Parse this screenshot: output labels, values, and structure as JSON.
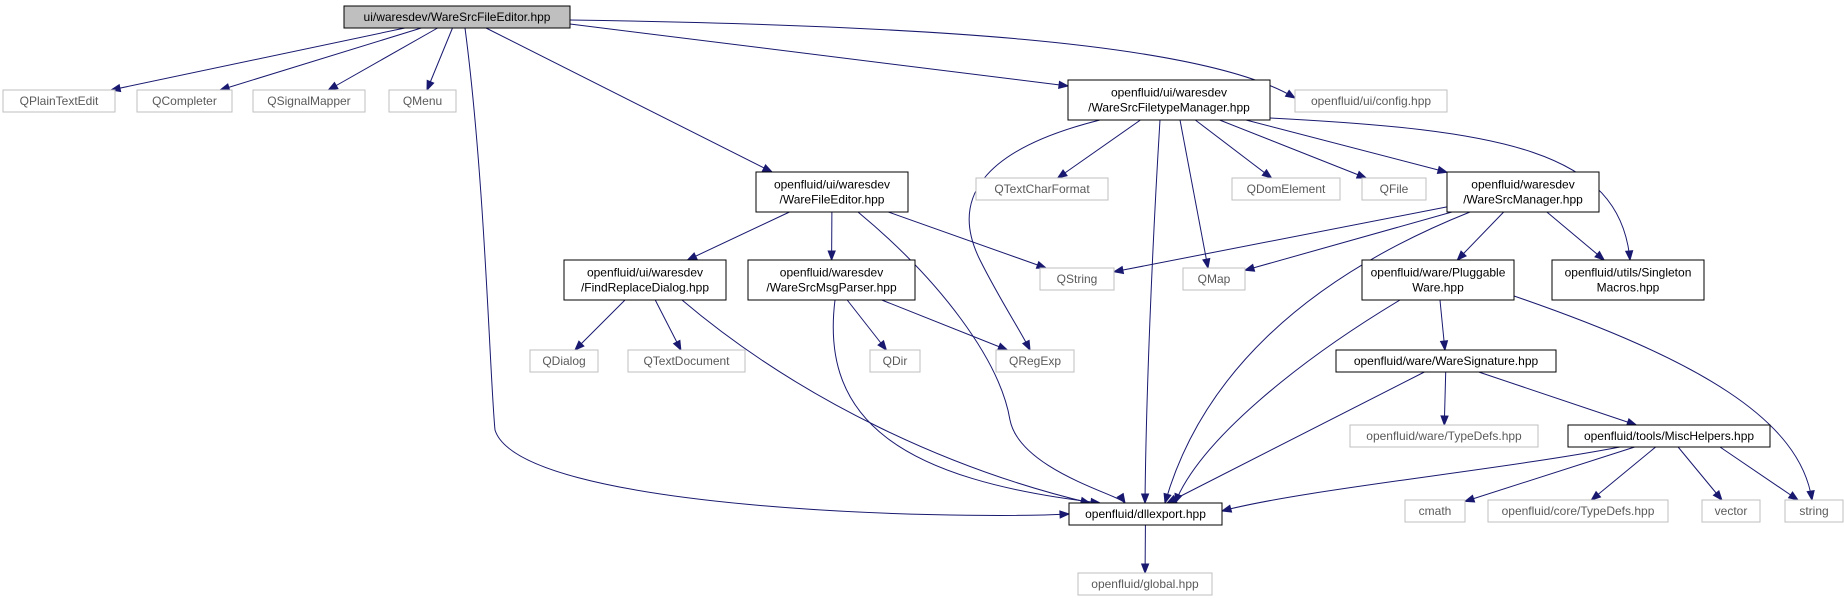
{
  "diagram": {
    "kind": "include-dependency-graph",
    "colors": {
      "edge": "#191970",
      "root_fill": "#bfbfbf",
      "file_border": "#000000",
      "external_border": "#bfbfbf",
      "external_text": "#5a5a5a"
    },
    "nodes": [
      {
        "id": "root",
        "kind": "root",
        "lines": [
          "ui/waresdev/WareSrcFileEditor.hpp"
        ]
      },
      {
        "id": "qplaintextedit",
        "kind": "external",
        "lines": [
          "QPlainTextEdit"
        ]
      },
      {
        "id": "qcompleter",
        "kind": "external",
        "lines": [
          "QCompleter"
        ]
      },
      {
        "id": "qsignalmapper",
        "kind": "external",
        "lines": [
          "QSignalMapper"
        ]
      },
      {
        "id": "qmenu",
        "kind": "external",
        "lines": [
          "QMenu"
        ]
      },
      {
        "id": "filetypemanager",
        "kind": "file",
        "lines": [
          "openfluid/ui/waresdev",
          "/WareSrcFiletypeManager.hpp"
        ]
      },
      {
        "id": "config",
        "kind": "external",
        "lines": [
          "openfluid/ui/config.hpp"
        ]
      },
      {
        "id": "warefileeditor",
        "kind": "file",
        "lines": [
          "openfluid/ui/waresdev",
          "/WareFileEditor.hpp"
        ]
      },
      {
        "id": "qtextcharformat",
        "kind": "external",
        "lines": [
          "QTextCharFormat"
        ]
      },
      {
        "id": "qdomelement",
        "kind": "external",
        "lines": [
          "QDomElement"
        ]
      },
      {
        "id": "qfile",
        "kind": "external",
        "lines": [
          "QFile"
        ]
      },
      {
        "id": "waresrcmanager",
        "kind": "file",
        "lines": [
          "openfluid/waresdev",
          "/WareSrcManager.hpp"
        ]
      },
      {
        "id": "findreplace",
        "kind": "file",
        "lines": [
          "openfluid/ui/waresdev",
          "/FindReplaceDialog.hpp"
        ]
      },
      {
        "id": "msgparser",
        "kind": "file",
        "lines": [
          "openfluid/waresdev",
          "/WareSrcMsgParser.hpp"
        ]
      },
      {
        "id": "qstring",
        "kind": "external",
        "lines": [
          "QString"
        ]
      },
      {
        "id": "qmap",
        "kind": "external",
        "lines": [
          "QMap"
        ]
      },
      {
        "id": "pluggableware",
        "kind": "file",
        "lines": [
          "openfluid/ware/Pluggable",
          "Ware.hpp"
        ]
      },
      {
        "id": "singleton",
        "kind": "file",
        "lines": [
          "openfluid/utils/Singleton",
          "Macros.hpp"
        ]
      },
      {
        "id": "qdialog",
        "kind": "external",
        "lines": [
          "QDialog"
        ]
      },
      {
        "id": "qtextdocument",
        "kind": "external",
        "lines": [
          "QTextDocument"
        ]
      },
      {
        "id": "qdir",
        "kind": "external",
        "lines": [
          "QDir"
        ]
      },
      {
        "id": "qregexp",
        "kind": "external",
        "lines": [
          "QRegExp"
        ]
      },
      {
        "id": "waresignature",
        "kind": "file",
        "lines": [
          "openfluid/ware/WareSignature.hpp"
        ]
      },
      {
        "id": "waretypedefs",
        "kind": "external",
        "lines": [
          "openfluid/ware/TypeDefs.hpp"
        ]
      },
      {
        "id": "mischelpers",
        "kind": "file",
        "lines": [
          "openfluid/tools/MiscHelpers.hpp"
        ]
      },
      {
        "id": "dllexport",
        "kind": "file",
        "lines": [
          "openfluid/dllexport.hpp"
        ]
      },
      {
        "id": "cmath",
        "kind": "external",
        "lines": [
          "cmath"
        ]
      },
      {
        "id": "coretypedefs",
        "kind": "external",
        "lines": [
          "openfluid/core/TypeDefs.hpp"
        ]
      },
      {
        "id": "vector",
        "kind": "external",
        "lines": [
          "vector"
        ]
      },
      {
        "id": "string",
        "kind": "external",
        "lines": [
          "string"
        ]
      },
      {
        "id": "global",
        "kind": "external",
        "lines": [
          "openfluid/global.hpp"
        ]
      }
    ],
    "edges": [
      [
        "root",
        "qplaintextedit"
      ],
      [
        "root",
        "qcompleter"
      ],
      [
        "root",
        "qsignalmapper"
      ],
      [
        "root",
        "qmenu"
      ],
      [
        "root",
        "filetypemanager"
      ],
      [
        "root",
        "config"
      ],
      [
        "root",
        "warefileeditor"
      ],
      [
        "root",
        "dllexport"
      ],
      [
        "filetypemanager",
        "qtextcharformat"
      ],
      [
        "filetypemanager",
        "qdomelement"
      ],
      [
        "filetypemanager",
        "qfile"
      ],
      [
        "filetypemanager",
        "waresrcmanager"
      ],
      [
        "filetypemanager",
        "singleton"
      ],
      [
        "filetypemanager",
        "qregexp"
      ],
      [
        "filetypemanager",
        "qmap"
      ],
      [
        "filetypemanager",
        "dllexport"
      ],
      [
        "warefileeditor",
        "findreplace"
      ],
      [
        "warefileeditor",
        "msgparser"
      ],
      [
        "warefileeditor",
        "qstring"
      ],
      [
        "warefileeditor",
        "dllexport"
      ],
      [
        "waresrcmanager",
        "qstring"
      ],
      [
        "waresrcmanager",
        "qmap"
      ],
      [
        "waresrcmanager",
        "pluggableware"
      ],
      [
        "waresrcmanager",
        "singleton"
      ],
      [
        "waresrcmanager",
        "dllexport"
      ],
      [
        "findreplace",
        "qdialog"
      ],
      [
        "findreplace",
        "qtextdocument"
      ],
      [
        "findreplace",
        "dllexport"
      ],
      [
        "msgparser",
        "qdir"
      ],
      [
        "msgparser",
        "qregexp"
      ],
      [
        "msgparser",
        "dllexport"
      ],
      [
        "pluggableware",
        "waresignature"
      ],
      [
        "pluggableware",
        "dllexport"
      ],
      [
        "pluggableware",
        "string"
      ],
      [
        "waresignature",
        "waretypedefs"
      ],
      [
        "waresignature",
        "mischelpers"
      ],
      [
        "waresignature",
        "dllexport"
      ],
      [
        "mischelpers",
        "dllexport"
      ],
      [
        "mischelpers",
        "cmath"
      ],
      [
        "mischelpers",
        "coretypedefs"
      ],
      [
        "mischelpers",
        "vector"
      ],
      [
        "mischelpers",
        "string"
      ],
      [
        "dllexport",
        "global"
      ]
    ]
  }
}
